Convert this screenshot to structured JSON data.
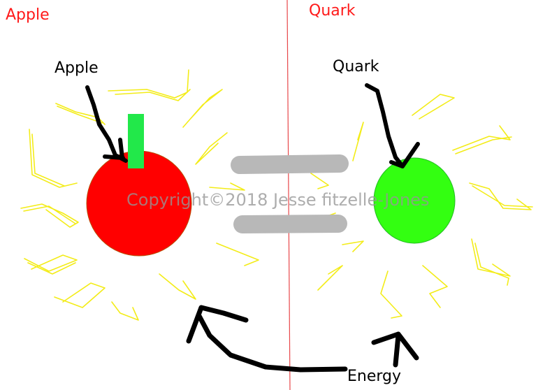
{
  "labels": {
    "left_corner": "Apple",
    "right_corner": "Quark",
    "apple_pointer": "Apple",
    "quark_pointer": "Quark",
    "energy": "Energy"
  },
  "watermark": "Copyright©2018 Jesse fitzelle-Jones",
  "colors": {
    "corner_text": "#ff1a1a",
    "divider": "#e8474a",
    "apple_fill": "#ff0000",
    "apple_outline": "#b84a00",
    "stem": "#22e84a",
    "quark_fill": "#33ff11",
    "quark_outline": "#22bb22",
    "equals_bars": "#b8b8b8",
    "energy_scribbles": "#f2ea00",
    "arrows": "#000000"
  }
}
